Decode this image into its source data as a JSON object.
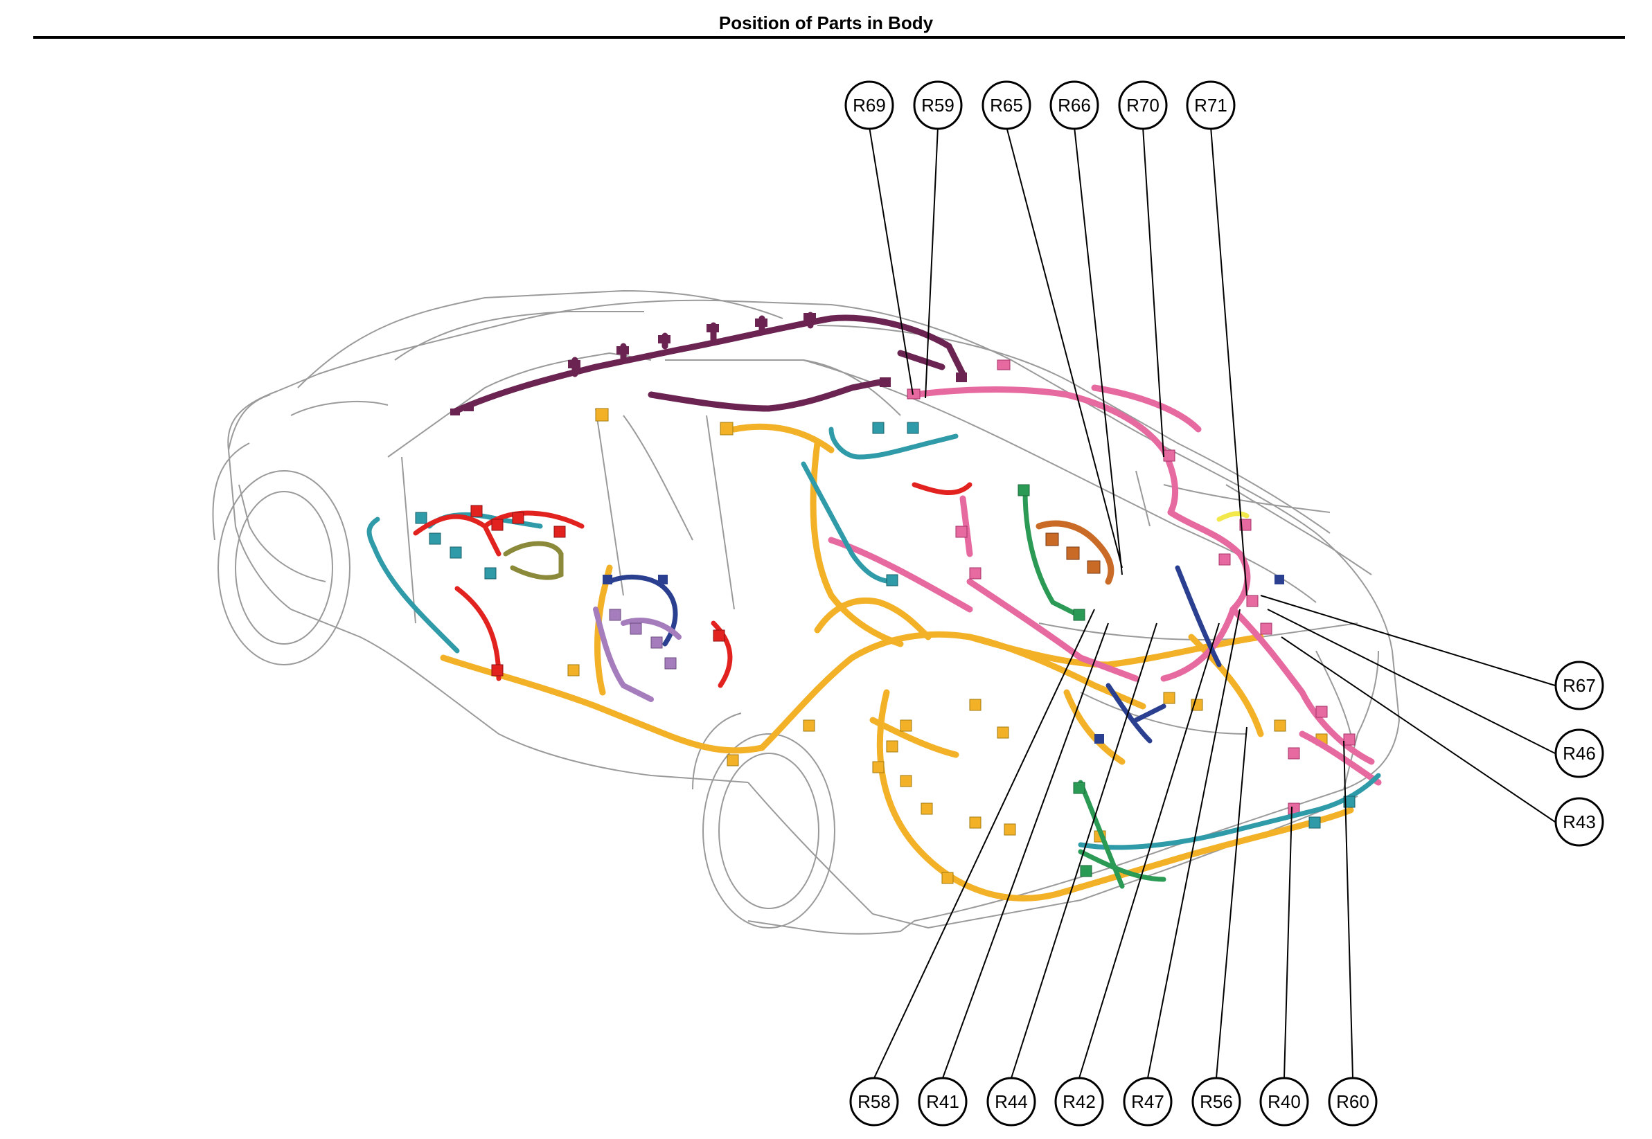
{
  "title": "Position of Parts in Body",
  "callouts": {
    "R69": "R69",
    "R59": "R59",
    "R65": "R65",
    "R66": "R66",
    "R70": "R70",
    "R71": "R71",
    "R67": "R67",
    "R46": "R46",
    "R43": "R43",
    "R58": "R58",
    "R41": "R41",
    "R44": "R44",
    "R42": "R42",
    "R47": "R47",
    "R56": "R56",
    "R40": "R40",
    "R60": "R60"
  },
  "colors": {
    "orange": "#f2b127",
    "pink": "#e6699f",
    "purple": "#6b2352",
    "teal": "#2f9aa8",
    "red": "#e2221f",
    "olive": "#8a8a3a",
    "navy": "#2a3f8f",
    "lavender": "#a57dbc",
    "green": "#2a9a55",
    "brown": "#c96a26",
    "yellow": "#f2e84a",
    "outline": "#9a9a9a"
  }
}
